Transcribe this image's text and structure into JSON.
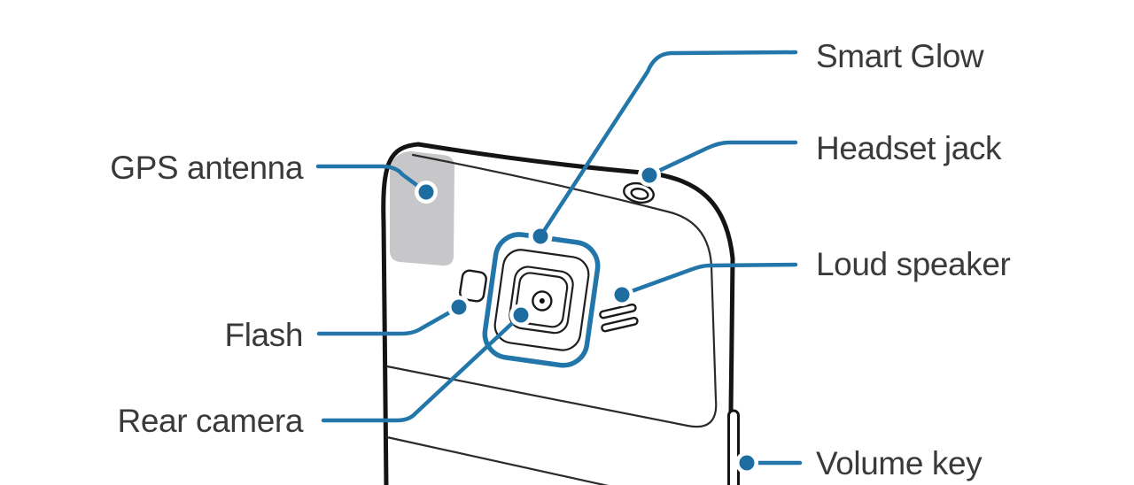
{
  "diagram": {
    "subject": "Phone rear view parts diagram",
    "labels": {
      "smart_glow": "Smart Glow",
      "gps_antenna": "GPS antenna",
      "headset_jack": "Headset jack",
      "loud_speaker": "Loud speaker",
      "flash": "Flash",
      "rear_camera": "Rear camera",
      "volume_key": "Volume key"
    }
  },
  "colors": {
    "accent": "#2276a9",
    "dot": "#1d6da1",
    "text": "#3a3a3a",
    "outline": "#141414",
    "thin": "#2b2b2b",
    "gray": "#c7c7c9",
    "bg": "#ffffff"
  }
}
